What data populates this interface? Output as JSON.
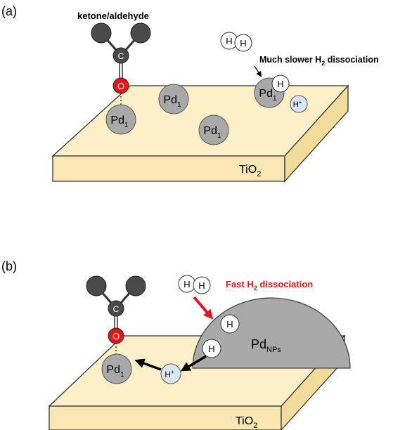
{
  "panel_a": {
    "label": "(a)",
    "molecule_label": "ketone/aldehyde",
    "carbon": "C",
    "oxygen": "O",
    "pd_sites": [
      {
        "main": "Pd",
        "sub": "1"
      },
      {
        "main": "Pd",
        "sub": "1"
      },
      {
        "main": "Pd",
        "sub": "1"
      },
      {
        "main": "Pd",
        "sub": "1"
      }
    ],
    "h_atom": "H",
    "h_plus": "H",
    "h_plus_charge": "+",
    "note_prefix": "Much slower H",
    "note_sub": "2",
    "note_suffix": " dissociation",
    "support_main": "TiO",
    "support_sub": "2"
  },
  "panel_b": {
    "label": "(b)",
    "carbon": "C",
    "oxygen": "O",
    "pd_site": {
      "main": "Pd",
      "sub": "1"
    },
    "h_atom": "H",
    "h_plus": "H",
    "h_plus_charge": "+",
    "note_prefix": "Fast H",
    "note_sub": "2",
    "note_suffix": " dissociation",
    "np_main": "Pd",
    "np_sub": "NPs",
    "support_main": "TiO",
    "support_sub": "2"
  },
  "colors": {
    "slab_top": "#fdf0c8",
    "slab_side": "#f5e2a6",
    "outline": "#333333",
    "pd_gray": "#a9a9a9",
    "dark_atom": "#4a4a4a",
    "oxygen_red": "#e8141a",
    "h_white": "#ffffff",
    "h_plus_blue": "#dbe6f4",
    "accent_red": "#e8141a",
    "text": "#000000"
  }
}
